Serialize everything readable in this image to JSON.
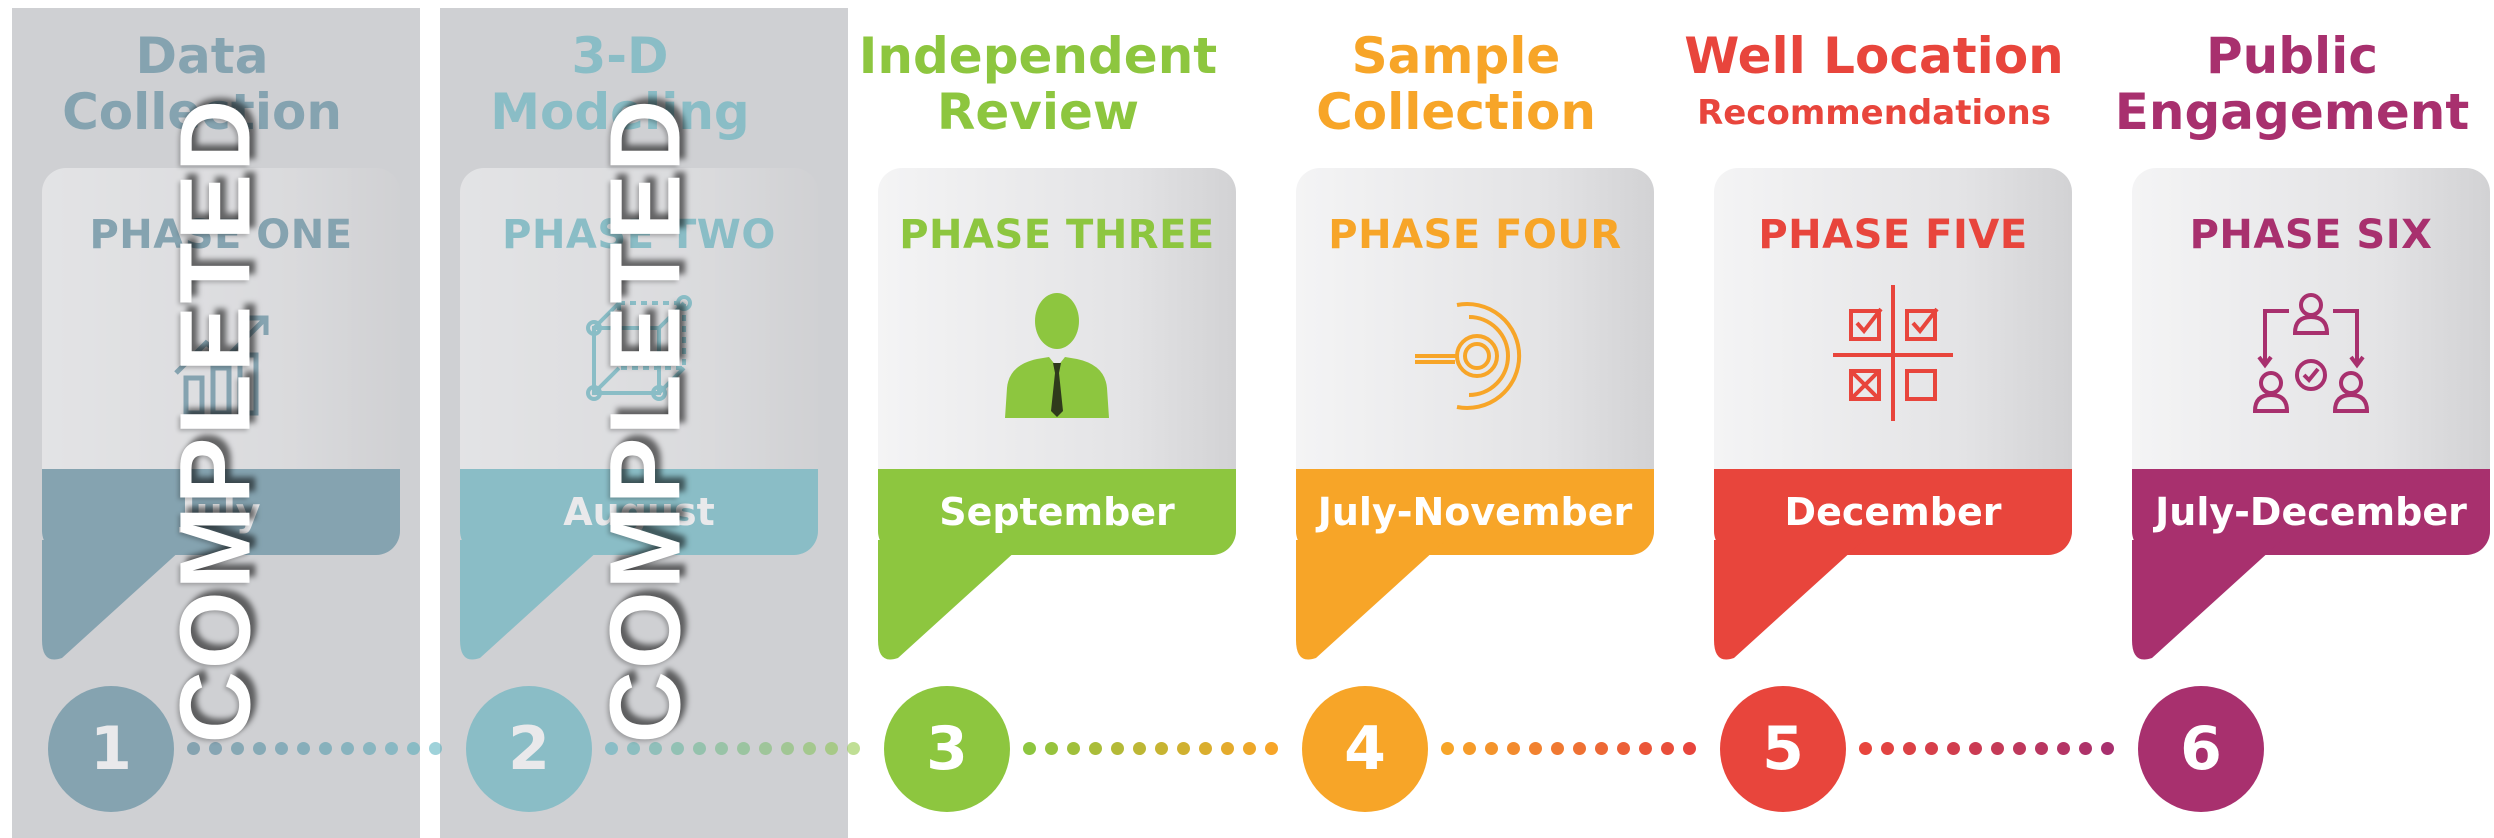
{
  "phases": [
    {
      "num": "1",
      "title1": "Data",
      "title2": "Collection",
      "label": "PHASE ONE",
      "band": "July",
      "icon": "chart-growth-icon",
      "color": "#4a7f95",
      "completed": true
    },
    {
      "num": "2",
      "title1": "3-D",
      "title2": "Modeling",
      "label": "PHASE TWO",
      "band": "August",
      "icon": "3d-cube-icon",
      "color": "#52aebd",
      "completed": true
    },
    {
      "num": "3",
      "title1": "Independent",
      "title2": "Review",
      "label": "PHASE THREE",
      "band": "September",
      "icon": "businessman-icon",
      "color": "#8dc63f",
      "completed": false
    },
    {
      "num": "4",
      "title1": "Sample",
      "title2": "Collection",
      "label": "PHASE FOUR",
      "band": "July-November",
      "icon": "magnifier-icon",
      "color": "#f7a528",
      "completed": false
    },
    {
      "num": "5",
      "title1": "Well Location",
      "title2": "Recommendations",
      "label": "PHASE FIVE",
      "band": "December",
      "icon": "checklist-grid-icon",
      "color": "#e8453c",
      "completed": false
    },
    {
      "num": "6",
      "title1": "Public",
      "title2": "Engagement",
      "label": "PHASE SIX",
      "band": "July-December",
      "icon": "community-icon",
      "color": "#a8306e",
      "completed": false
    }
  ],
  "stamp": "COMPLETED"
}
